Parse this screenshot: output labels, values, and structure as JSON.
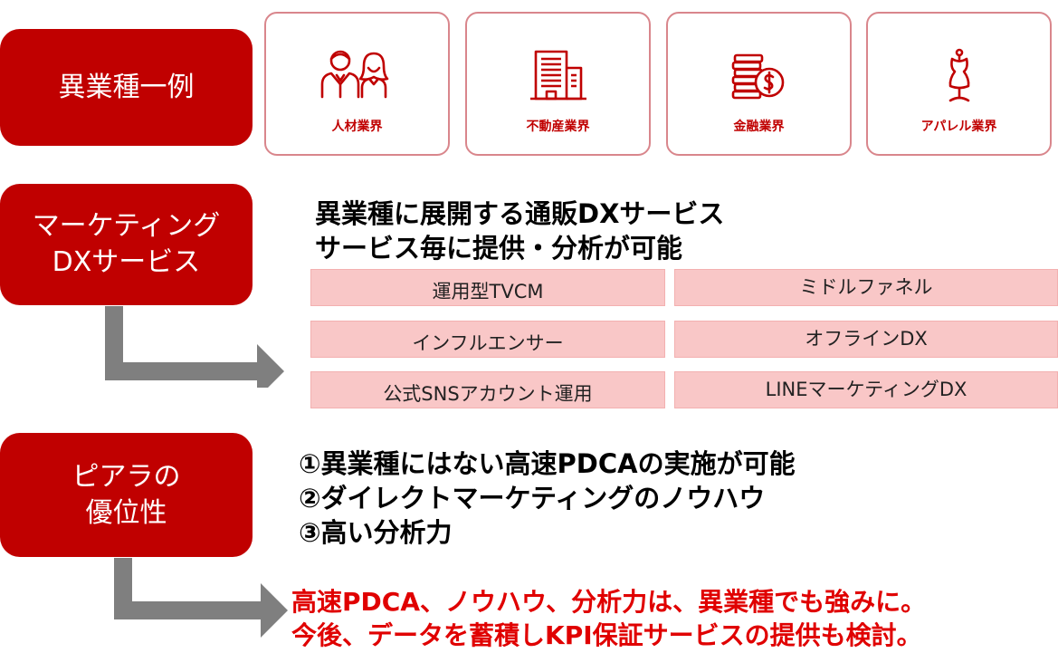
{
  "section_labels": {
    "industries": "異業種一例",
    "marketing_line1": "マーケティング",
    "marketing_line2": "DXサービス",
    "advantage_line1": "ピアラの",
    "advantage_line2": "優位性"
  },
  "industries": [
    {
      "label": "人材業界",
      "icon": "people-icon"
    },
    {
      "label": "不動産業界",
      "icon": "building-icon"
    },
    {
      "label": "金融業界",
      "icon": "coins-dollar-icon"
    },
    {
      "label": "アパレル業界",
      "icon": "dress-mannequin-icon"
    }
  ],
  "headline": {
    "line1": "異業種に展開する通販DXサービス",
    "line2": "サービス毎に提供・分析が可能"
  },
  "services": {
    "left": [
      "運用型TVCM",
      "インフルエンサー",
      "公式SNSアカウント運用"
    ],
    "right": [
      "ミドルファネル",
      "オフラインDX",
      "LINEマーケティングDX"
    ]
  },
  "strengths": [
    "①異業種にはない高速PDCAの実施が可能",
    "②ダイレクトマーケティングのノウハウ",
    "③高い分析力"
  ],
  "conclusion": {
    "line1": "高速PDCA、ノウハウ、分析力は、異業種でも強みに。",
    "line2": "今後、データを蓄積しKPI保証サービスの提供も検討。"
  },
  "colors": {
    "brand_red": "#c00000",
    "service_pink": "#f9c7c7",
    "arrow_gray": "#7f7f7f",
    "conclusion_red": "#e00000"
  }
}
